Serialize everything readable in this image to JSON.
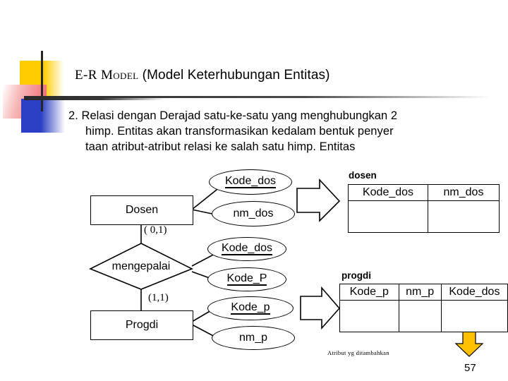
{
  "slide": {
    "title": {
      "serif_part": "E-R Model ",
      "sans_part": "(Model Keterhubungan Entitas)"
    },
    "body": {
      "line1": "2. Relasi dengan Derajad satu-ke-satu yang menghubungkan 2",
      "line2": "himp. Entitas akan transformasikan kedalam bentuk penyer",
      "line3": "taan atribut-atribut relasi ke salah satu himp. Entitas"
    },
    "page_number": "57",
    "note": "Atribut yg ditambahkan",
    "accent_colors": {
      "yellow": "#FFCC00",
      "red": "#F0606A",
      "blue": "#2B3FC4",
      "line": "#262626",
      "arrow_highlight": "#FFC000"
    }
  },
  "er_diagram": {
    "entities": [
      {
        "id": "dosen",
        "label": "Dosen"
      },
      {
        "id": "progdi",
        "label": "Progdi"
      }
    ],
    "relationship": {
      "label": "mengepalai"
    },
    "cardinalities": [
      {
        "id": "dosen-card",
        "label": "( 0,1)"
      },
      {
        "id": "progdi-card",
        "label": "(1,1)"
      }
    ],
    "attributes": [
      {
        "id": "kode-dos-1",
        "label": "Kode_dos",
        "key": true,
        "owner": "dosen"
      },
      {
        "id": "nm-dos",
        "label": "nm_dos",
        "key": false,
        "owner": "dosen"
      },
      {
        "id": "kode-dos-2",
        "label": "Kode_dos",
        "key": true,
        "owner": "mengepalai"
      },
      {
        "id": "kode-p-1",
        "label": "Kode_P",
        "key": true,
        "owner": "mengepalai"
      },
      {
        "id": "kode-p-2",
        "label": "Kode_p",
        "key": true,
        "owner": "progdi"
      },
      {
        "id": "nm-p",
        "label": "nm_p",
        "key": false,
        "owner": "progdi"
      }
    ]
  },
  "tables": [
    {
      "id": "dosen-table",
      "name": "dosen",
      "columns": [
        "Kode_dos",
        "nm_dos"
      ],
      "rows": [
        [
          "",
          ""
        ]
      ]
    },
    {
      "id": "progdi-table",
      "name": "progdi",
      "columns": [
        "Kode_p",
        "nm_p",
        "Kode_dos"
      ],
      "rows": [
        [
          "",
          "",
          ""
        ]
      ]
    }
  ]
}
